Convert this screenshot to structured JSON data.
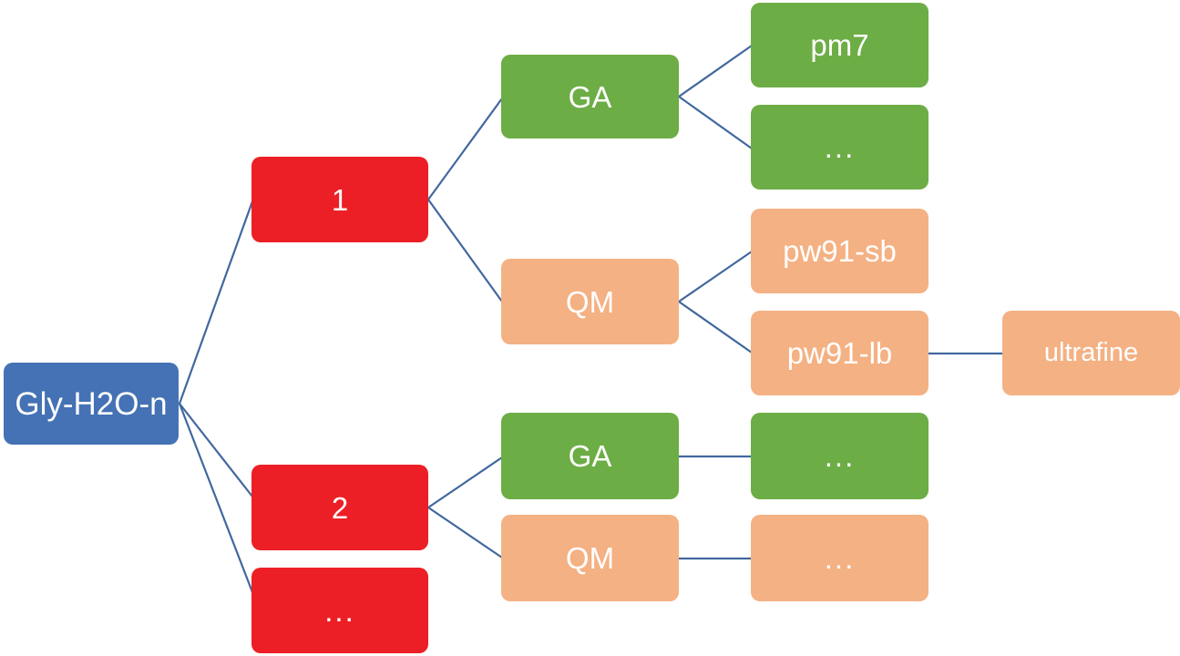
{
  "diagram": {
    "title": "Gly-H2O-n computational workflow tree",
    "background": "#ffffff",
    "edge_color": "#41689E",
    "palette": {
      "root_blue": "#4472B4",
      "cluster_red": "#ED1F26",
      "ga_green": "#6DAD45",
      "qm_sand": "#F4B183"
    }
  },
  "nodes": {
    "root": {
      "label": "Gly-H2O-n"
    },
    "cluster_1": {
      "label": "1"
    },
    "cluster_2": {
      "label": "2"
    },
    "cluster_more": {
      "label": "..."
    },
    "ga_1": {
      "label": "GA"
    },
    "qm_1": {
      "label": "QM"
    },
    "ga_2": {
      "label": "GA"
    },
    "qm_2": {
      "label": "QM"
    },
    "pm7": {
      "label": "pm7"
    },
    "ga_1_more": {
      "label": "..."
    },
    "pw91_sb": {
      "label": "pw91-sb"
    },
    "pw91_lb": {
      "label": "pw91-lb"
    },
    "ultrafine": {
      "label": "ultrafine"
    },
    "ga_2_more": {
      "label": "..."
    },
    "qm_2_more": {
      "label": "..."
    }
  },
  "edges": [
    {
      "from": "root",
      "to": "cluster_1"
    },
    {
      "from": "root",
      "to": "cluster_2"
    },
    {
      "from": "root",
      "to": "cluster_more"
    },
    {
      "from": "cluster_1",
      "to": "ga_1"
    },
    {
      "from": "cluster_1",
      "to": "qm_1"
    },
    {
      "from": "ga_1",
      "to": "pm7"
    },
    {
      "from": "ga_1",
      "to": "ga_1_more"
    },
    {
      "from": "qm_1",
      "to": "pw91_sb"
    },
    {
      "from": "qm_1",
      "to": "pw91_lb"
    },
    {
      "from": "pw91_lb",
      "to": "ultrafine"
    },
    {
      "from": "cluster_2",
      "to": "ga_2"
    },
    {
      "from": "cluster_2",
      "to": "qm_2"
    },
    {
      "from": "ga_2",
      "to": "ga_2_more"
    },
    {
      "from": "qm_2",
      "to": "qm_2_more"
    }
  ]
}
